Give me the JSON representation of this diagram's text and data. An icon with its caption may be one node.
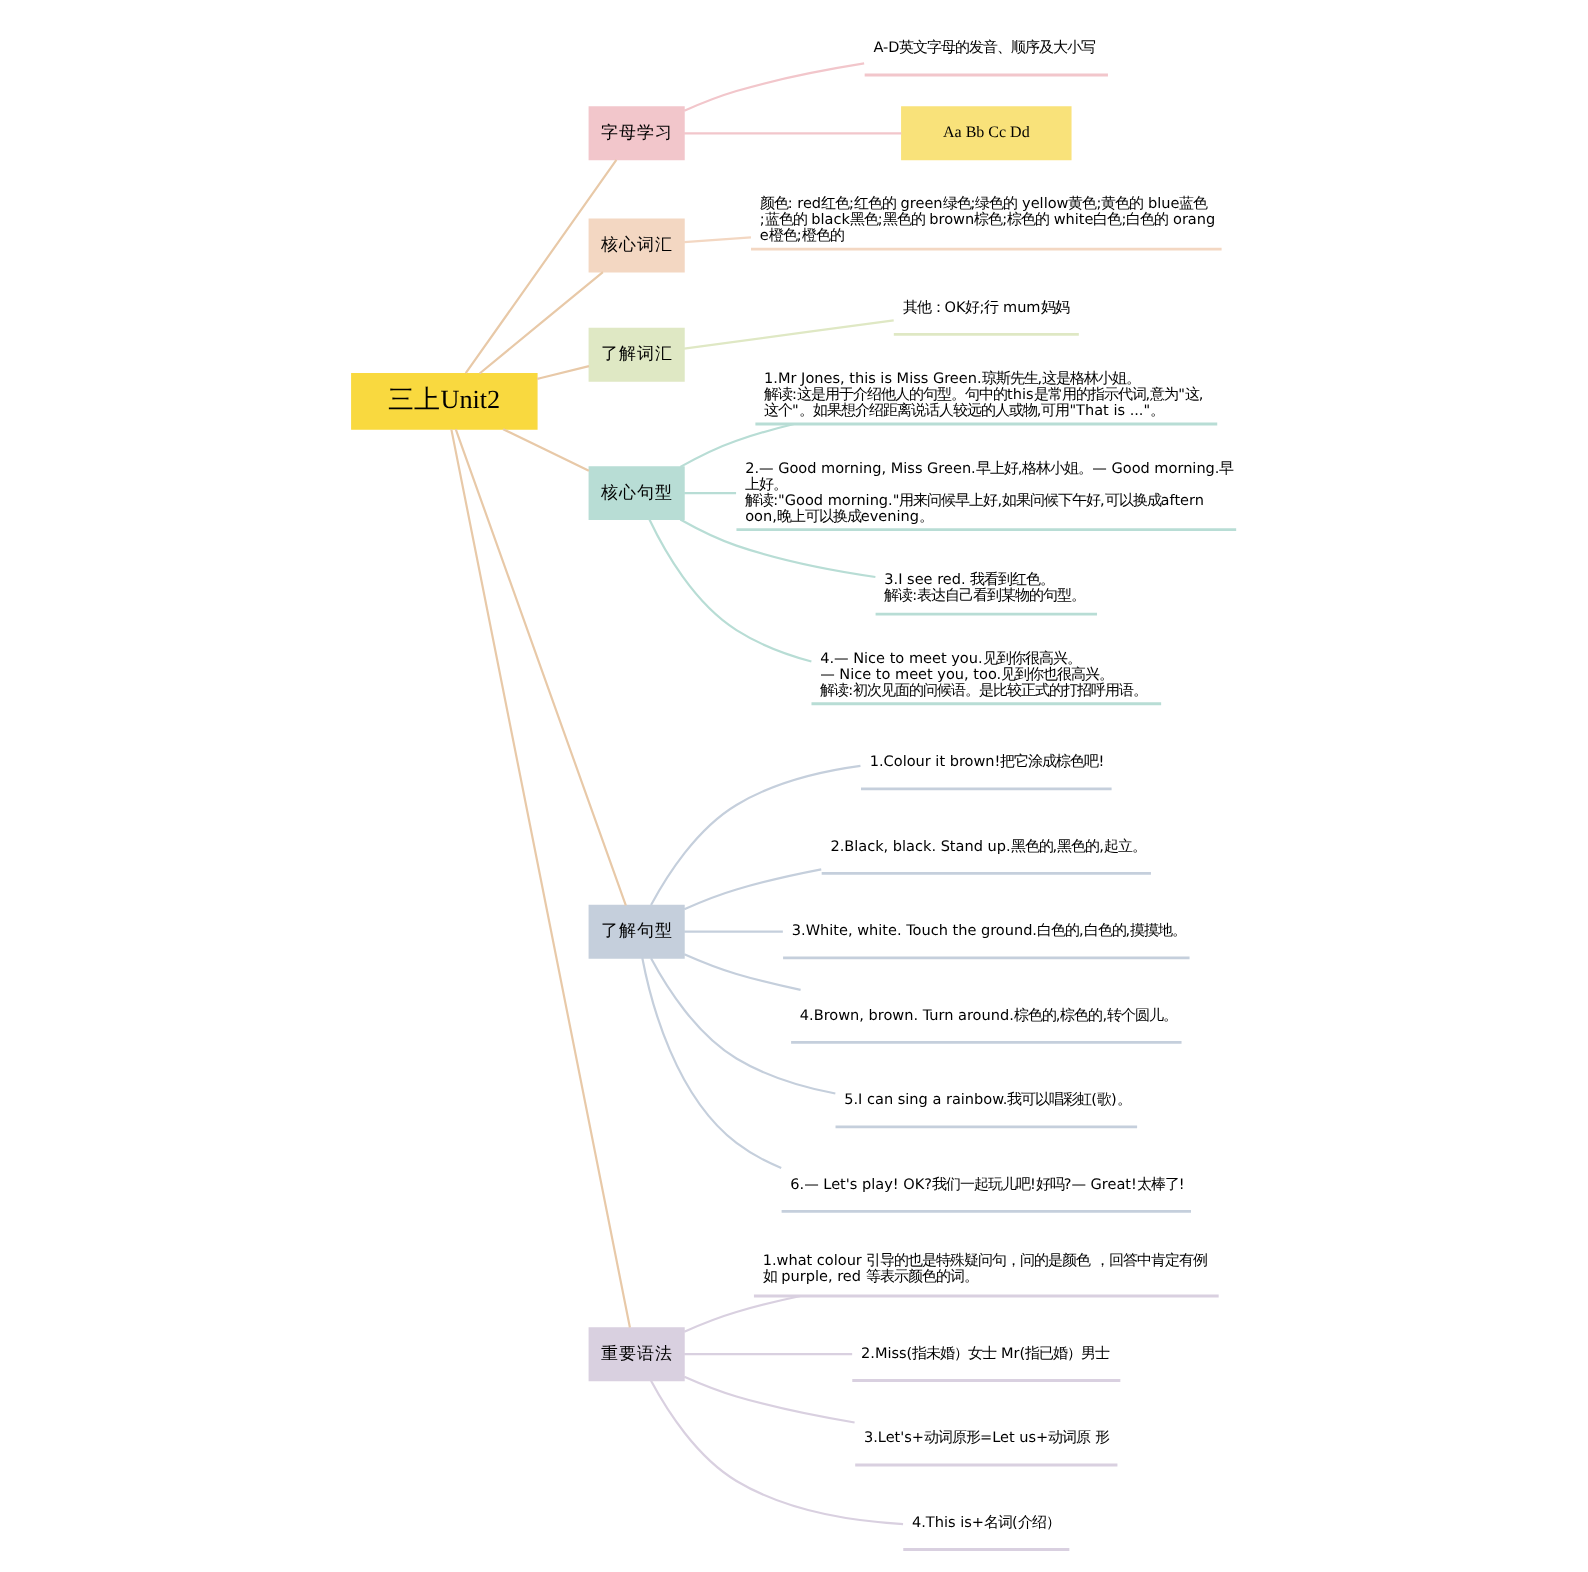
{
  "diagram": {
    "nodes": [
      {
        "text": [
          "三上Unit2"
        ]
      },
      {
        "text": [
          "字母学习"
        ]
      },
      {
        "text": [
          "A-D英文字母的发音、顺序及大小写"
        ]
      },
      {
        "text": [
          "Aa Bb Cc Dd"
        ]
      },
      {
        "text": [
          "核心词汇"
        ]
      },
      {
        "text": [
          "颜色: red红色;红色的 green绿色;绿色的 yellow黄色;黄色的 blue蓝色;蓝色的 black黑色;黑色的 brown棕色;棕色的 white白色;白色的 orange橙色;橙色的"
        ]
      },
      {
        "text": [
          "了解词汇"
        ]
      },
      {
        "text": [
          "其他：OK好;行 mum妈妈"
        ]
      },
      {
        "text": [
          "核心句型"
        ]
      },
      {
        "text": [
          "1.Mr Jones, this is Miss Green.琼斯先生,这是格林小姐。",
          "解读:这是用于介绍他人的句型。句中的this是常用的指示代词,意为\"这,这个\"。如果想介绍距离说话人较远的人或物,可用\"That is ...\"。"
        ]
      },
      {
        "text": [
          "2.— Good morning, Miss Green.早上好,格林小姐。— Good morning.早上好。",
          "解读:\"Good morning.\"用来问候早上好,如果问候下午好,可以换成afternoon,晚上可以换成evening。"
        ]
      },
      {
        "text": [
          "3.I see red. 我看到红色。",
          "解读:表达自己看到某物的句型。"
        ]
      },
      {
        "text": [
          "4.— Nice to meet you.见到你很高兴。",
          "— Nice to meet you, too.见到你也很高兴。",
          "解读:初次见面的问候语。是比较正式的打招呼用语。"
        ]
      },
      {
        "text": [
          "了解句型"
        ]
      },
      {
        "text": [
          "1.Colour it brown!把它涂成棕色吧!"
        ]
      },
      {
        "text": [
          "2.Black, black. Stand up.黑色的,黑色的,起立。"
        ]
      },
      {
        "text": [
          "3.White, white. Touch the ground.白色的,白色的,摸摸地。"
        ]
      },
      {
        "text": [
          "4.Brown, brown. Turn around.棕色的,棕色的,转个圆儿。"
        ]
      },
      {
        "text": [
          "5.I can sing a rainbow.我可以唱彩虹(歌)。"
        ]
      },
      {
        "text": [
          "6.— Let's play! OK?我们一起玩儿吧!好吗?— Great!太棒了!"
        ]
      },
      {
        "text": [
          "重要语法"
        ]
      },
      {
        "text": [
          "1.what colour 引导的也是特殊疑问句，问的是颜色 ，回答中肯定有例如 purple, red 等表示颜色的词。"
        ]
      },
      {
        "text": [
          "2.Miss(指未婚）女士 Mr(指已婚）男士"
        ]
      },
      {
        "text": [
          "3.Let's+动词原形=Let us+动词原 形"
        ]
      },
      {
        "text": [
          "4.This is+名词(介绍）"
        ]
      }
    ],
    "edges": [
      {
        "from": 0,
        "to": 1,
        "arrow": "none"
      },
      {
        "from": 0,
        "to": 4,
        "arrow": "none"
      },
      {
        "from": 0,
        "to": 6,
        "arrow": "none"
      },
      {
        "from": 0,
        "to": 8,
        "arrow": "none"
      },
      {
        "from": 0,
        "to": 13,
        "arrow": "none"
      },
      {
        "from": 0,
        "to": 20,
        "arrow": "none"
      },
      {
        "from": 1,
        "to": 2,
        "arrow": "none"
      },
      {
        "from": 1,
        "to": 3,
        "arrow": "none"
      },
      {
        "from": 4,
        "to": 5,
        "arrow": "none"
      },
      {
        "from": 6,
        "to": 7,
        "arrow": "none"
      },
      {
        "from": 8,
        "to": 9,
        "arrow": "none"
      },
      {
        "from": 8,
        "to": 10,
        "arrow": "none"
      },
      {
        "from": 8,
        "to": 11,
        "arrow": "none"
      },
      {
        "from": 8,
        "to": 12,
        "arrow": "none"
      },
      {
        "from": 13,
        "to": 14,
        "arrow": "none"
      },
      {
        "from": 13,
        "to": 15,
        "arrow": "none"
      },
      {
        "from": 13,
        "to": 16,
        "arrow": "none"
      },
      {
        "from": 13,
        "to": 17,
        "arrow": "none"
      },
      {
        "from": 13,
        "to": 18,
        "arrow": "none"
      },
      {
        "from": 13,
        "to": 19,
        "arrow": "none"
      },
      {
        "from": 20,
        "to": 21,
        "arrow": "none"
      },
      {
        "from": 20,
        "to": 22,
        "arrow": "none"
      },
      {
        "from": 20,
        "to": 23,
        "arrow": "none"
      },
      {
        "from": 20,
        "to": 24,
        "arrow": "none"
      }
    ]
  }
}
